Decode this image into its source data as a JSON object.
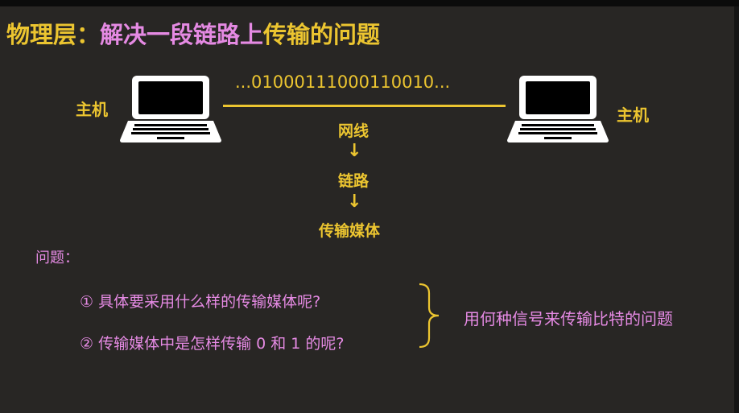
{
  "title": {
    "part1": "物理层：",
    "part2": "解决一段链路上",
    "part3": "传输的问题"
  },
  "diagram": {
    "host_left": "主机",
    "host_right": "主机",
    "bitstream": "...01000111000110010...",
    "media_chain": [
      "网线",
      "链路",
      "传输媒体"
    ],
    "arrow_glyph": "↓"
  },
  "questions": {
    "heading": "问题：",
    "items": [
      "① 具体要采用什么样的传输媒体呢?",
      "② 传输媒体中是怎样传输 0 和 1 的呢?"
    ],
    "summary": "用何种信号来传输比特的问题"
  },
  "colors": {
    "yellow": "#ecc530",
    "pink": "#e58ae3",
    "background": "#282624"
  },
  "icons": [
    "laptop-icon",
    "laptop-icon",
    "curly-brace-icon"
  ]
}
